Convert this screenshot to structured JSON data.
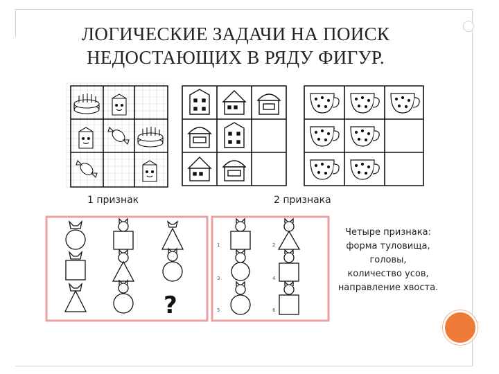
{
  "title_lines": [
    "ЛОГИЧЕСКИЕ ЗАДАЧИ НА ПОИСК",
    "НЕДОСТАЮЩИХ В РЯДУ ФИГУР."
  ],
  "captions": {
    "one_feature": "1 признак",
    "two_features": "2 признака"
  },
  "note_lines": [
    "Четыре признака:",
    "форма туловища,",
    "головы,",
    "количество усов,",
    "направление хвоста."
  ],
  "puzzle_marks": {
    "question": "?",
    "row_numbers": [
      "1",
      "2",
      "3",
      "4",
      "5",
      "6"
    ]
  },
  "colors": {
    "accent_orange": "#f07a3a",
    "frame_gray": "#cfcfcf",
    "cat_border_pink": "#e9a0a0"
  }
}
